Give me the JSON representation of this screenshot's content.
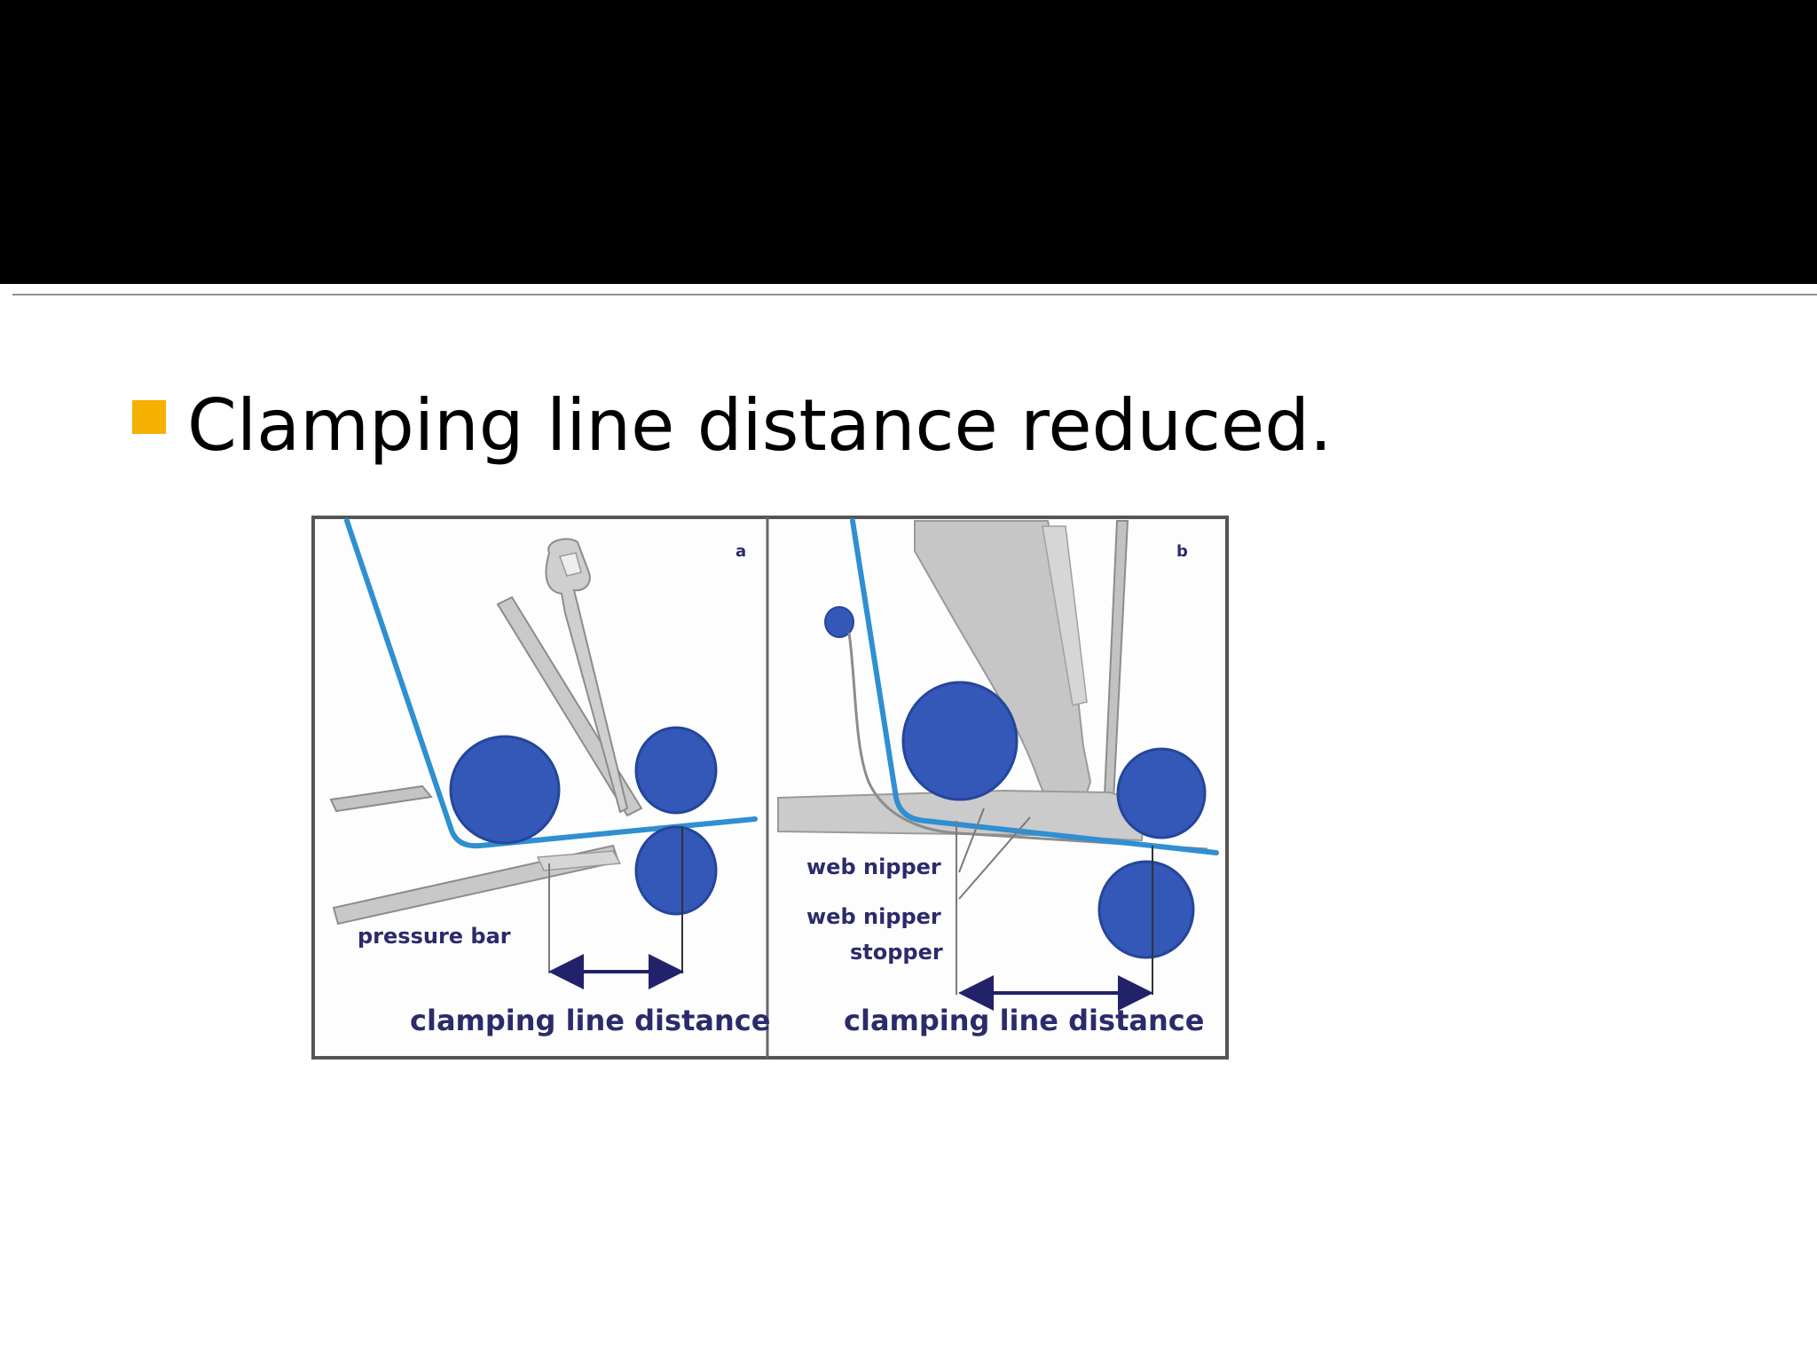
{
  "slide": {
    "bullet_text": "Clamping line distance reduced."
  },
  "figure": {
    "panel_a": {
      "letter": "a",
      "pressure_bar_label": "pressure bar",
      "distance_label": "clamping line distance"
    },
    "panel_b": {
      "letter": "b",
      "web_nipper_label": "web nipper",
      "web_nipper_stopper_label_line1": "web nipper",
      "web_nipper_stopper_label_line2": "stopper",
      "distance_label": "clamping line distance"
    },
    "colors": {
      "roller": "#3358b8",
      "roller_edge": "#24459a",
      "web": "#2f8fd0",
      "machine_part": "#c4c4c4",
      "machine_edge": "#8c8c8c",
      "label": "#2b2b6b",
      "frame": "#555555",
      "bullet": "#f5b000"
    }
  }
}
